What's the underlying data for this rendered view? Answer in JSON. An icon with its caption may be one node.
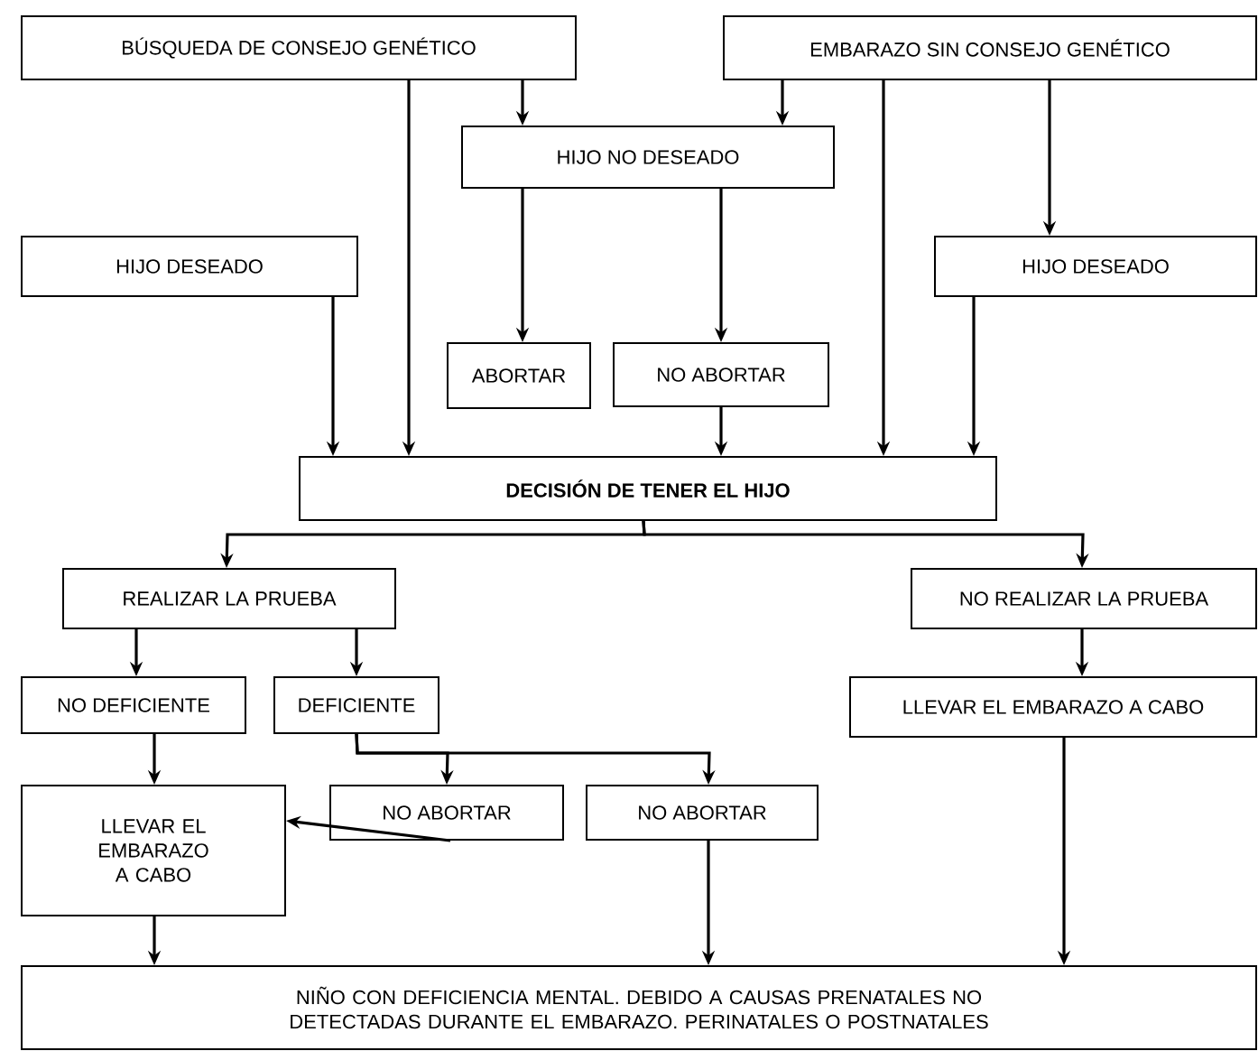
{
  "diagram": {
    "nodes": [
      {
        "text": [
          "BÚSQUEDA DE CONSEJO GENÉTICO"
        ]
      },
      {
        "text": [
          "EMBARAZO SIN CONSEJO GENÉTICO"
        ]
      },
      {
        "text": [
          "HIJO NO DESEADO"
        ]
      },
      {
        "text": [
          "HIJO DESEADO"
        ]
      },
      {
        "text": [
          "HIJO DESEADO"
        ]
      },
      {
        "text": [
          "ABORTAR"
        ]
      },
      {
        "text": [
          "NO ABORTAR"
        ]
      },
      {
        "text": [
          "DECISIÓN DE TENER EL HIJO"
        ]
      },
      {
        "text": [
          "REALIZAR LA PRUEBA"
        ]
      },
      {
        "text": [
          "NO REALIZAR LA PRUEBA"
        ]
      },
      {
        "text": [
          "NO DEFICIENTE"
        ]
      },
      {
        "text": [
          "DEFICIENTE"
        ]
      },
      {
        "text": [
          "LLEVAR EL EMBARAZO A CABO"
        ]
      },
      {
        "text": [
          "LLEVAR EL EMBARAZO A CABO"
        ]
      },
      {
        "text": [
          "NO ABORTAR"
        ]
      },
      {
        "text": [
          "NO ABORTAR"
        ]
      },
      {
        "text": [
          "NIÑO CON DEFICIENCIA MENTAL. DEBIDO A CAUSAS PRENATALES NO DETECTADAS DURANTE EL EMBARAZO. PERINATALES O POSTNATALES"
        ]
      }
    ],
    "edges": [
      {
        "from": 0,
        "to": 2,
        "arrow": "to"
      },
      {
        "from": 0,
        "to": 7,
        "arrow": "to"
      },
      {
        "from": 1,
        "to": 2,
        "arrow": "to"
      },
      {
        "from": 1,
        "to": 7,
        "arrow": "to"
      },
      {
        "from": 1,
        "to": 4,
        "arrow": "to"
      },
      {
        "from": 2,
        "to": 5,
        "arrow": "to"
      },
      {
        "from": 2,
        "to": 6,
        "arrow": "to"
      },
      {
        "from": 3,
        "to": 7,
        "arrow": "to"
      },
      {
        "from": 4,
        "to": 7,
        "arrow": "to"
      },
      {
        "from": 6,
        "to": 7,
        "arrow": "to"
      },
      {
        "from": 7,
        "to": 8,
        "arrow": "to"
      },
      {
        "from": 7,
        "to": 9,
        "arrow": "to"
      },
      {
        "from": 8,
        "to": 10,
        "arrow": "to"
      },
      {
        "from": 8,
        "to": 11,
        "arrow": "to"
      },
      {
        "from": 9,
        "to": 12,
        "arrow": "to"
      },
      {
        "from": 10,
        "to": 13,
        "arrow": "to"
      },
      {
        "from": 11,
        "to": 14,
        "arrow": "to"
      },
      {
        "from": 11,
        "to": 15,
        "arrow": "to"
      },
      {
        "from": 14,
        "to": 13,
        "arrow": "to"
      },
      {
        "from": 13,
        "to": 16,
        "arrow": "to"
      },
      {
        "from": 15,
        "to": 16,
        "arrow": "to"
      },
      {
        "from": 12,
        "to": 16,
        "arrow": "to"
      }
    ]
  }
}
